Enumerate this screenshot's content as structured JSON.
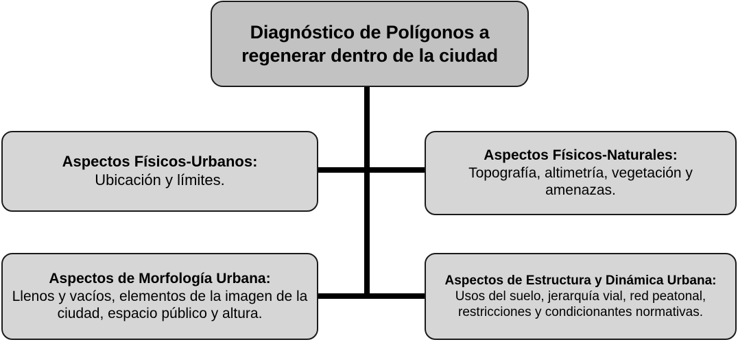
{
  "diagram": {
    "type": "hierarchy-tree",
    "root": {
      "title": "Diagnóstico de Polígonos a regenerar dentro de la ciudad",
      "fill_color": "#c2c2c2",
      "border_color": "#1a1a1a"
    },
    "branches": [
      {
        "id": "fisicos-urbanos",
        "title": "Aspectos Físicos-Urbanos:",
        "body": "Ubicación y límites.",
        "position": "middle-left",
        "fill_color": "#d6d6d6"
      },
      {
        "id": "fisicos-naturales",
        "title": "Aspectos Físicos-Naturales:",
        "body": "Topografía, altimetría, vegetación y amenazas.",
        "position": "middle-right",
        "fill_color": "#d6d6d6"
      },
      {
        "id": "morfologia-urbana",
        "title": "Aspectos de Morfología Urbana:",
        "body": "Llenos y vacíos, elementos de la imagen de la ciudad, espacio público y altura.",
        "position": "bottom-left",
        "fill_color": "#d6d6d6"
      },
      {
        "id": "estructura-dinamica",
        "title": "Aspectos de Estructura y Dinámica Urbana:",
        "body": "Usos del suelo, jerarquía vial, red peatonal, restricciones y condicionantes normativas.",
        "position": "bottom-right",
        "fill_color": "#d6d6d6"
      }
    ],
    "connectors": {
      "line_color": "#000000",
      "trunk": "vertical-from-root",
      "crossbars": 2
    }
  }
}
